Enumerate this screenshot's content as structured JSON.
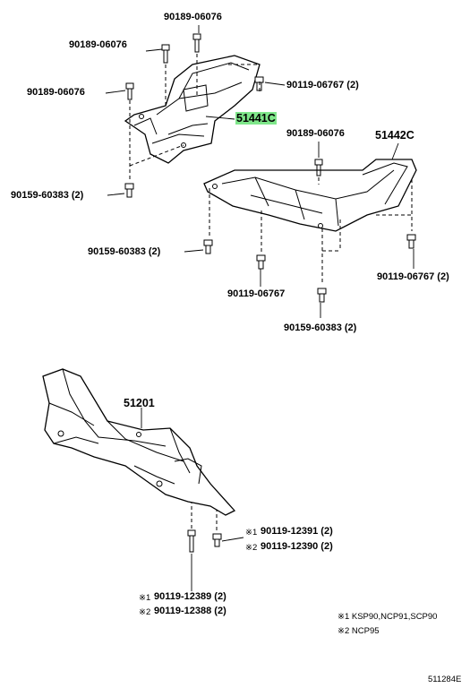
{
  "diagram": {
    "labels": {
      "p_90189_a": "90189-06076",
      "p_90189_b": "90189-06076",
      "p_90189_c": "90189-06076",
      "p_90119_06767_a": "90119-06767 (2)",
      "p_51441c": "51441C",
      "p_90189_d": "90189-06076",
      "p_51442c": "51442C",
      "p_90159_a": "90159-60383 (2)",
      "p_90159_b": "90159-60383 (2)",
      "p_90119_06767_b": "90119-06767 (2)",
      "p_90119_06767_c": "90119-06767",
      "p_90159_c": "90159-60383 (2)",
      "p_51201": "51201",
      "p_12391": "90119-12391 (2)",
      "p_12390": "90119-12390 (2)",
      "p_12389": "90119-12389 (2)",
      "p_12388": "90119-12388 (2)",
      "mark_1": "※1",
      "mark_2": "※2",
      "note_1": "※1 KSP90,NCP91,SCP90",
      "note_2": "※2 NCP95",
      "drawing_id": "511284E"
    },
    "highlight_color": "#7fe68a"
  }
}
